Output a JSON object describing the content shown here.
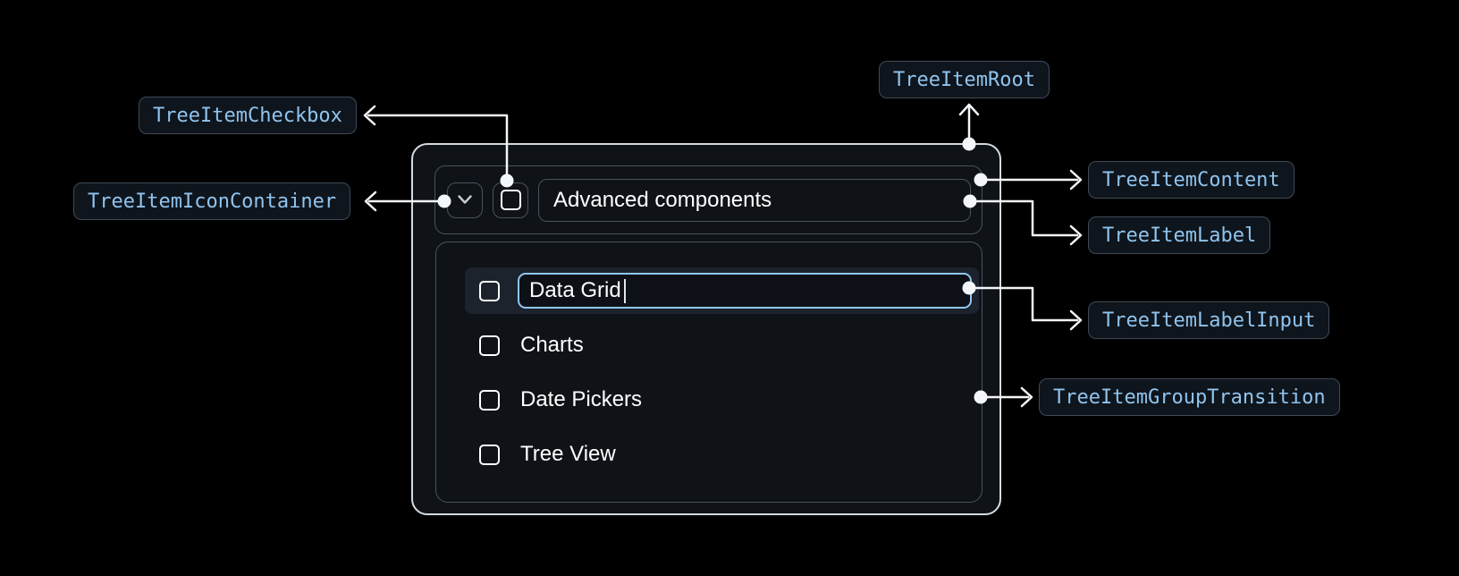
{
  "diagram": {
    "annotations": {
      "tree_item_checkbox": "TreeItemCheckbox",
      "tree_item_icon_container": "TreeItemIconContainer",
      "tree_item_root": "TreeItemRoot",
      "tree_item_content": "TreeItemContent",
      "tree_item_label": "TreeItemLabel",
      "tree_item_label_input": "TreeItemLabelInput",
      "tree_item_group_transition": "TreeItemGroupTransition"
    },
    "tree": {
      "parent_item": {
        "label": "Advanced components",
        "expanded": true,
        "checkbox_checked": false,
        "expand_icon": "chevron-down-icon"
      },
      "editing_item": {
        "input_value": "Data Grid",
        "checkbox_checked": false,
        "is_editing": true
      },
      "items": [
        {
          "label": "Charts",
          "checkbox_checked": false
        },
        {
          "label": "Date Pickers",
          "checkbox_checked": false
        },
        {
          "label": "Tree View",
          "checkbox_checked": false
        }
      ]
    },
    "colors": {
      "page_background": "#000000",
      "badge_text": "#8fc4ef",
      "badge_background": "#0f151c",
      "badge_border": "#3e4a57",
      "root_border": "#d5dade",
      "inner_border": "#49525b",
      "connector": "#f4f7fa",
      "row_highlight": "#1c232c",
      "input_border": "#90c6f2",
      "text": "#ffffff"
    }
  }
}
